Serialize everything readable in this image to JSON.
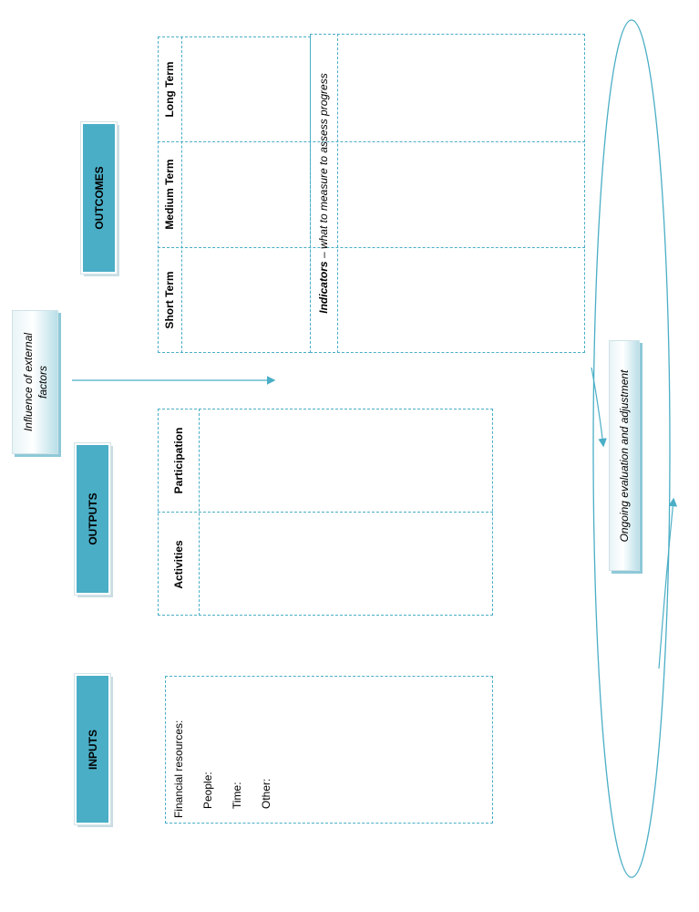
{
  "external": {
    "line1": "Influence of external",
    "line2": "factors"
  },
  "headers": {
    "inputs": "INPUTS",
    "outputs": "OUTPUTS",
    "outcomes": "OUTCOMES"
  },
  "inputs_box": {
    "lines": [
      "Financial resources:",
      "People:",
      "Time:",
      "Other:"
    ]
  },
  "outputs_table": {
    "columns": [
      "Activities",
      "Participation"
    ]
  },
  "outcomes_table": {
    "columns": [
      "Short Term",
      "Medium Term",
      "Long Term"
    ],
    "indicators_bold": "Indicators",
    "indicators_rest": " – what to measure to assess progress"
  },
  "evaluation": {
    "label": "Ongoing evaluation and adjustment"
  },
  "colors": {
    "accent": "#4aaec6",
    "line": "#4aaec6"
  }
}
